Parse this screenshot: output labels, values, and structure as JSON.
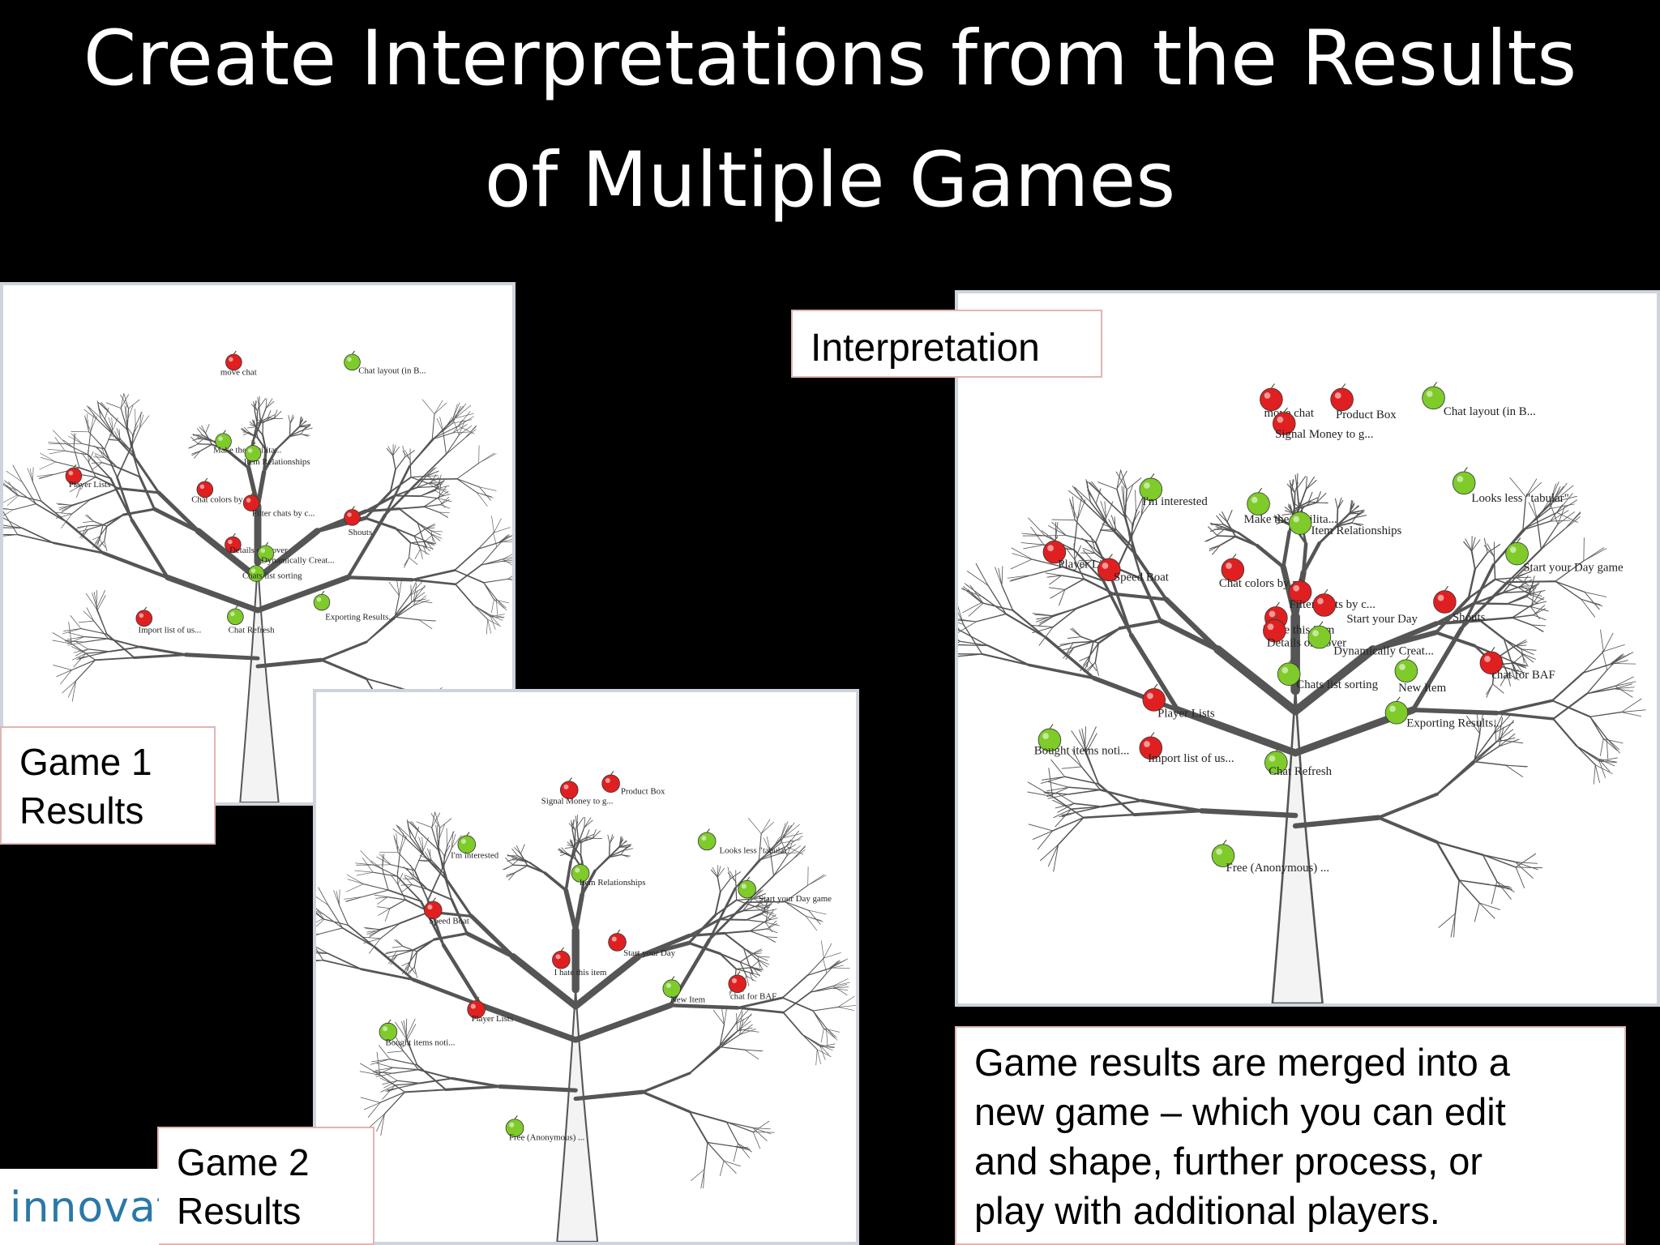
{
  "slide": {
    "title_line1": "Create Interpretations from the Results",
    "title_line2": "of Multiple Games",
    "interpretation_label": "Interpretation",
    "game1_label_line1": "Game 1",
    "game1_label_line2": "Results",
    "game2_label_line1": "Game 2",
    "game2_label_line2": "Results",
    "description_lines": [
      "Game  results are merged into a",
      "new game – which you can edit",
      "and shape, further process, or",
      "play with additional players."
    ],
    "logo_text": "innovat"
  },
  "colors": {
    "red_apple": "#e02020",
    "green_apple": "#7ecb2a",
    "branch": "#555555"
  },
  "game1": {
    "items": [
      {
        "label": "move chat",
        "color": "red"
      },
      {
        "label": "Chat layout (in B...",
        "color": "green"
      },
      {
        "label": "Player Lists",
        "color": "red"
      },
      {
        "label": "Make the Facilita...",
        "color": "green"
      },
      {
        "label": "Item Relationships",
        "color": "green"
      },
      {
        "label": "Chat colors by pl...",
        "color": "red"
      },
      {
        "label": "Filter chats by c...",
        "color": "red"
      },
      {
        "label": "Shouts",
        "color": "red"
      },
      {
        "label": "Details on hover",
        "color": "red"
      },
      {
        "label": "Dynamically Creat...",
        "color": "green"
      },
      {
        "label": "Chats list sorting",
        "color": "green"
      },
      {
        "label": "Import list of us...",
        "color": "red"
      },
      {
        "label": "Chat Refresh",
        "color": "green"
      },
      {
        "label": "Exporting Results...",
        "color": "green"
      }
    ]
  },
  "game2": {
    "items": [
      {
        "label": "Signal Money to g...",
        "color": "red"
      },
      {
        "label": "Product Box",
        "color": "red"
      },
      {
        "label": "I'm interested",
        "color": "green"
      },
      {
        "label": "Looks less \"tabular\"",
        "color": "green"
      },
      {
        "label": "Item Relationships",
        "color": "green"
      },
      {
        "label": "Start your Day game",
        "color": "green"
      },
      {
        "label": "Speed Boat",
        "color": "red"
      },
      {
        "label": "Start your Day",
        "color": "red"
      },
      {
        "label": "I hate this item",
        "color": "red"
      },
      {
        "label": "chat for BAF",
        "color": "red"
      },
      {
        "label": "New Item",
        "color": "green"
      },
      {
        "label": "Player Lists",
        "color": "red"
      },
      {
        "label": "Bought items noti...",
        "color": "green"
      },
      {
        "label": "Free (Anonymous) ...",
        "color": "green"
      }
    ]
  },
  "interpretation": {
    "items": [
      {
        "label": "move chat",
        "color": "red"
      },
      {
        "label": "Product Box",
        "color": "red"
      },
      {
        "label": "Signal Money to g...",
        "color": "red"
      },
      {
        "label": "Chat layout (in B...",
        "color": "green"
      },
      {
        "label": "I'm interested",
        "color": "green"
      },
      {
        "label": "Looks less \"tabular\"",
        "color": "green"
      },
      {
        "label": "Make the Facilita...",
        "color": "green"
      },
      {
        "label": "Item Relationships",
        "color": "green"
      },
      {
        "label": "Start your Day game",
        "color": "green"
      },
      {
        "label": "Player Lists",
        "color": "red"
      },
      {
        "label": "Speed Boat",
        "color": "red"
      },
      {
        "label": "Chat colors by pl...",
        "color": "red"
      },
      {
        "label": "Filter chats by c...",
        "color": "red"
      },
      {
        "label": "Shouts",
        "color": "red"
      },
      {
        "label": "Start your Day",
        "color": "red"
      },
      {
        "label": "I hate this item",
        "color": "red"
      },
      {
        "label": "Details on hover",
        "color": "red"
      },
      {
        "label": "Dynamically Creat...",
        "color": "green"
      },
      {
        "label": "chat for BAF",
        "color": "red"
      },
      {
        "label": "New Item",
        "color": "green"
      },
      {
        "label": "Chats list sorting",
        "color": "green"
      },
      {
        "label": "Player Lists",
        "color": "red"
      },
      {
        "label": "Exporting Results...",
        "color": "green"
      },
      {
        "label": "Bought items noti...",
        "color": "green"
      },
      {
        "label": "Import list of us...",
        "color": "red"
      },
      {
        "label": "Chat Refresh",
        "color": "green"
      },
      {
        "label": "Free (Anonymous) ...",
        "color": "green"
      }
    ]
  }
}
